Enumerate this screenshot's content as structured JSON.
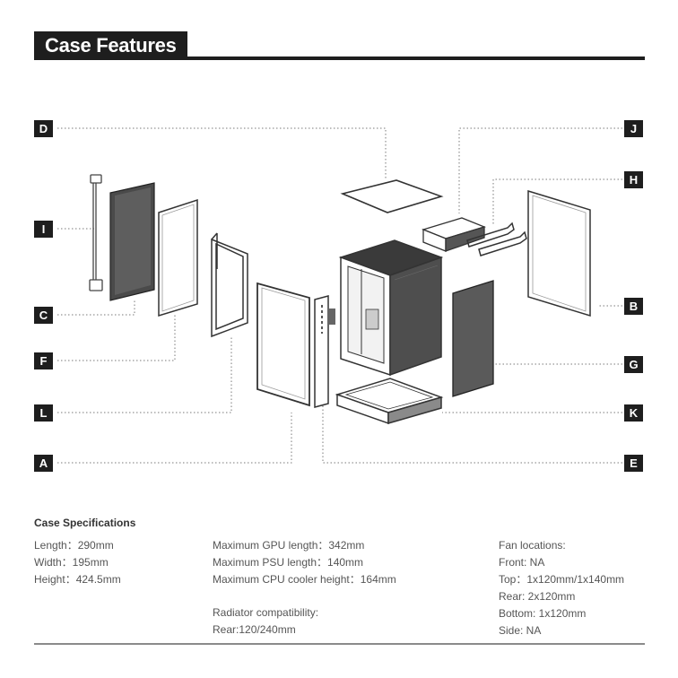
{
  "header": {
    "title": "Case Features"
  },
  "callouts": {
    "A": "A",
    "B": "B",
    "C": "C",
    "D": "D",
    "E": "E",
    "F": "F",
    "G": "G",
    "H": "H",
    "I": "I",
    "J": "J",
    "K": "K",
    "L": "L"
  },
  "specs": {
    "heading": "Case Specifications",
    "dimensions": [
      "Length：290mm",
      "Width：195mm",
      "Height：424.5mm"
    ],
    "limits": [
      "Maximum GPU length：342mm",
      "Maximum PSU length：140mm",
      "Maximum CPU cooler height：164mm"
    ],
    "radiator": [
      "Radiator compatibility:",
      "Rear:120/240mm"
    ],
    "fans": [
      "Fan locations:",
      "Front: NA",
      "Top：1x120mm/1x140mm",
      "Rear: 2x120mm",
      "Bottom: 1x120mm",
      "Side: NA"
    ]
  },
  "colors": {
    "ink": "#1e1e1e",
    "line": "#7a7a7a",
    "panel": "#555555",
    "text": "#555555"
  }
}
